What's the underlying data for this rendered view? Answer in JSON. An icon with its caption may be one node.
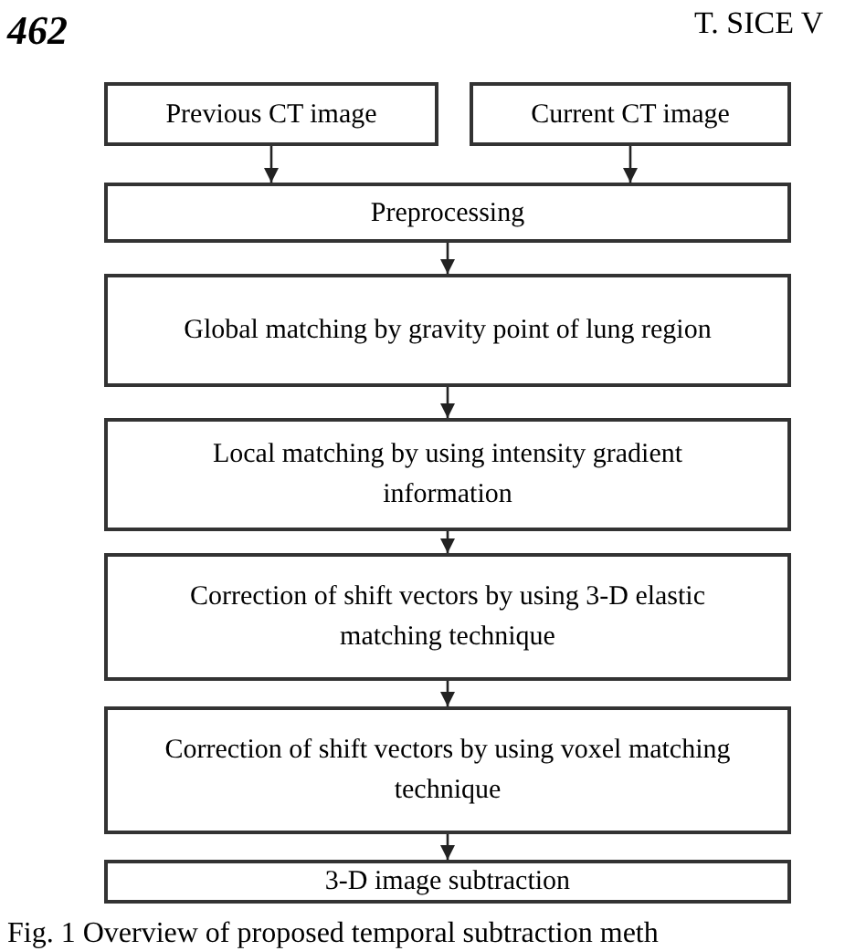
{
  "diagram": {
    "caption": "Fig. 1 Overview of proposed temporal subtraction meth",
    "nodes": [
      {
        "text": [
          "Previous CT image"
        ]
      },
      {
        "text": [
          "Current CT image"
        ]
      },
      {
        "text": [
          "Preprocessing"
        ]
      },
      {
        "text": [
          "Global matching by gravity point of lung region"
        ]
      },
      {
        "text": [
          "Local matching by using intensity gradient information"
        ]
      },
      {
        "text": [
          "Correction of shift vectors by using 3-D elastic matching technique"
        ]
      },
      {
        "text": [
          "Correction of shift vectors by using voxel matching technique"
        ]
      },
      {
        "text": [
          "3-D image subtraction"
        ]
      }
    ],
    "edges": [
      {
        "from": 0,
        "to": 2,
        "arrow": "to"
      },
      {
        "from": 1,
        "to": 2,
        "arrow": "to"
      },
      {
        "from": 2,
        "to": 3,
        "arrow": "to"
      },
      {
        "from": 3,
        "to": 4,
        "arrow": "to"
      },
      {
        "from": 4,
        "to": 5,
        "arrow": "to"
      },
      {
        "from": 5,
        "to": 6,
        "arrow": "to"
      },
      {
        "from": 6,
        "to": 7,
        "arrow": "to"
      }
    ],
    "labels": [
      "462",
      "T. SICE V"
    ]
  }
}
